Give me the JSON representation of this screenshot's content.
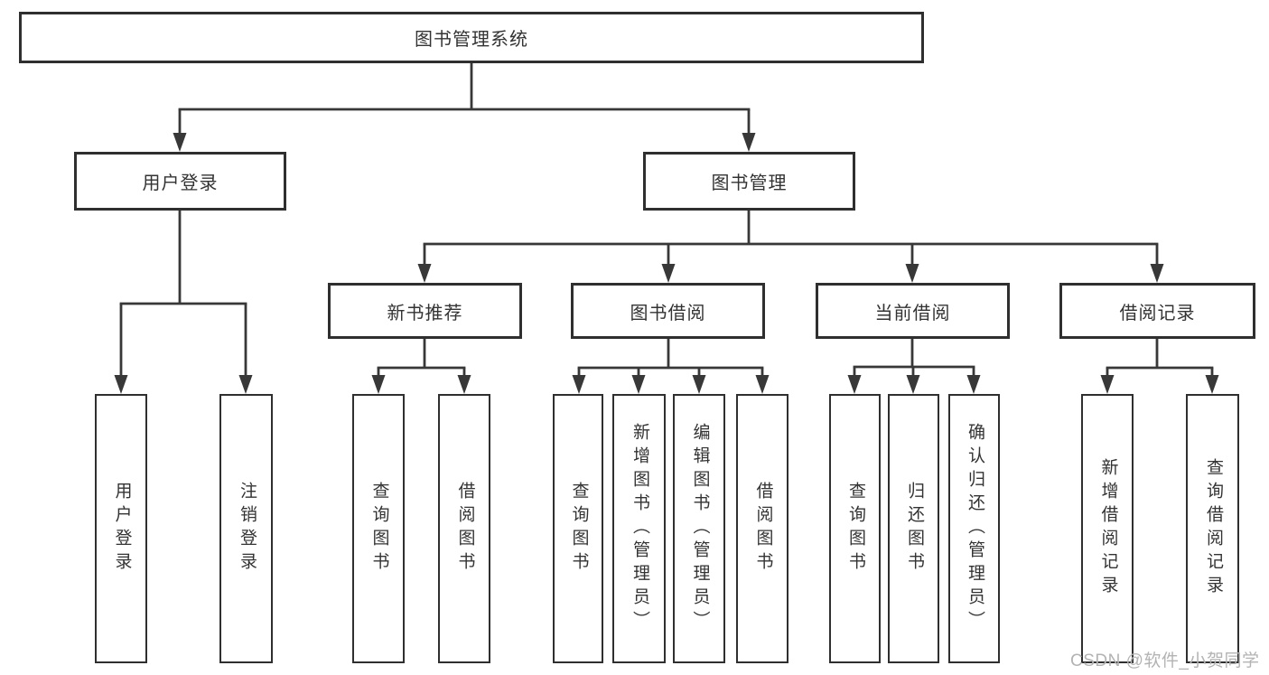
{
  "diagram": {
    "title": "图书管理系统",
    "nodes": [
      {
        "id": "root",
        "parent": null,
        "label": "图书管理系统",
        "orientation": "horizontal"
      },
      {
        "id": "user-login-group",
        "parent": "root",
        "label": "用户登录",
        "orientation": "horizontal"
      },
      {
        "id": "book-mgmt",
        "parent": "root",
        "label": "图书管理",
        "orientation": "horizontal"
      },
      {
        "id": "new-book-rec",
        "parent": "book-mgmt",
        "label": "新书推荐",
        "orientation": "horizontal"
      },
      {
        "id": "book-borrow",
        "parent": "book-mgmt",
        "label": "图书借阅",
        "orientation": "horizontal"
      },
      {
        "id": "current-borrow",
        "parent": "book-mgmt",
        "label": "当前借阅",
        "orientation": "horizontal"
      },
      {
        "id": "borrow-records",
        "parent": "book-mgmt",
        "label": "借阅记录",
        "orientation": "horizontal"
      },
      {
        "id": "leaf-user-login",
        "parent": "user-login-group",
        "label": "用户登录",
        "orientation": "vertical"
      },
      {
        "id": "leaf-logout",
        "parent": "user-login-group",
        "label": "注销登录",
        "orientation": "vertical"
      },
      {
        "id": "leaf-nbr-query",
        "parent": "new-book-rec",
        "label": "查询图书",
        "orientation": "vertical"
      },
      {
        "id": "leaf-nbr-borrow",
        "parent": "new-book-rec",
        "label": "借阅图书",
        "orientation": "vertical"
      },
      {
        "id": "leaf-bb-query",
        "parent": "book-borrow",
        "label": "查询图书",
        "orientation": "vertical"
      },
      {
        "id": "leaf-bb-add",
        "parent": "book-borrow",
        "label": "新增图书（管理员）",
        "orientation": "vertical"
      },
      {
        "id": "leaf-bb-edit",
        "parent": "book-borrow",
        "label": "编辑图书（管理员）",
        "orientation": "vertical"
      },
      {
        "id": "leaf-bb-borrow",
        "parent": "book-borrow",
        "label": "借阅图书",
        "orientation": "vertical"
      },
      {
        "id": "leaf-cb-query",
        "parent": "current-borrow",
        "label": "查询图书",
        "orientation": "vertical"
      },
      {
        "id": "leaf-cb-return",
        "parent": "current-borrow",
        "label": "归还图书",
        "orientation": "vertical"
      },
      {
        "id": "leaf-cb-confirm",
        "parent": "current-borrow",
        "label": "确认归还（管理员）",
        "orientation": "vertical"
      },
      {
        "id": "leaf-br-add",
        "parent": "borrow-records",
        "label": "新增借阅记录",
        "orientation": "vertical"
      },
      {
        "id": "leaf-br-query",
        "parent": "borrow-records",
        "label": "查询借阅记录",
        "orientation": "vertical"
      }
    ]
  },
  "watermark": {
    "text": "CSDN @软件_小贺同学",
    "color": "#b3b3b3"
  },
  "colors": {
    "line": "#383838",
    "border": "#2f2f2f",
    "text": "#333333",
    "background": "#ffffff"
  }
}
